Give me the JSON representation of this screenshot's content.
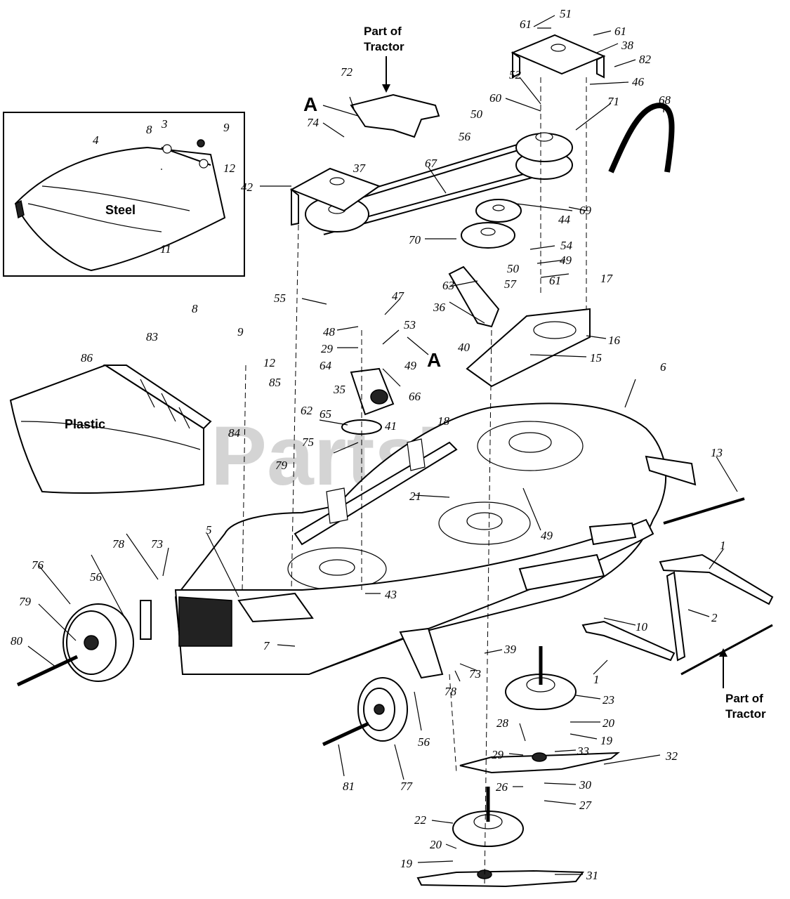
{
  "watermark": "PartsTree",
  "labels": {
    "steel": "Steel",
    "plastic": "Plastic",
    "part_of_tractor_top_1": "Part of",
    "part_of_tractor_top_2": "Tractor",
    "part_of_tractor_bottom_1": "Part of",
    "part_of_tractor_bottom_2": "Tractor",
    "marker_a_top": "A",
    "marker_a_mid": "A"
  },
  "callouts": [
    {
      "id": "c61a",
      "text": "61"
    },
    {
      "id": "c51",
      "text": "51"
    },
    {
      "id": "c61b",
      "text": "61"
    },
    {
      "id": "c38",
      "text": "38"
    },
    {
      "id": "c82",
      "text": "82"
    },
    {
      "id": "c46",
      "text": "46"
    },
    {
      "id": "c52",
      "text": "52"
    },
    {
      "id": "c60",
      "text": "60"
    },
    {
      "id": "c71",
      "text": "71"
    },
    {
      "id": "c68",
      "text": "68"
    },
    {
      "id": "c50a",
      "text": "50"
    },
    {
      "id": "c56a",
      "text": "56"
    },
    {
      "id": "c72",
      "text": "72"
    },
    {
      "id": "c74",
      "text": "74"
    },
    {
      "id": "c67",
      "text": "67"
    },
    {
      "id": "c37",
      "text": "37"
    },
    {
      "id": "c42",
      "text": "42"
    },
    {
      "id": "c69",
      "text": "69"
    },
    {
      "id": "c44",
      "text": "44"
    },
    {
      "id": "c70",
      "text": "70"
    },
    {
      "id": "c54",
      "text": "54"
    },
    {
      "id": "c50b",
      "text": "50"
    },
    {
      "id": "c49a",
      "text": "49"
    },
    {
      "id": "c57",
      "text": "57"
    },
    {
      "id": "c61c",
      "text": "61"
    },
    {
      "id": "c63",
      "text": "63"
    },
    {
      "id": "c17",
      "text": "17"
    },
    {
      "id": "c47",
      "text": "47"
    },
    {
      "id": "c55",
      "text": "55"
    },
    {
      "id": "c53",
      "text": "53"
    },
    {
      "id": "c48",
      "text": "48"
    },
    {
      "id": "c36",
      "text": "36"
    },
    {
      "id": "c16",
      "text": "16"
    },
    {
      "id": "c29a",
      "text": "29"
    },
    {
      "id": "c49b",
      "text": "49"
    },
    {
      "id": "c64",
      "text": "64"
    },
    {
      "id": "c40",
      "text": "40"
    },
    {
      "id": "c15",
      "text": "15"
    },
    {
      "id": "c6",
      "text": "6"
    },
    {
      "id": "c66",
      "text": "66"
    },
    {
      "id": "c35",
      "text": "35"
    },
    {
      "id": "c4",
      "text": "4"
    },
    {
      "id": "c3",
      "text": "3"
    },
    {
      "id": "c8a",
      "text": "8"
    },
    {
      "id": "c9a",
      "text": "9"
    },
    {
      "id": "c12a",
      "text": "12"
    },
    {
      "id": "c11",
      "text": "11"
    },
    {
      "id": "c8b",
      "text": "8"
    },
    {
      "id": "c83",
      "text": "83"
    },
    {
      "id": "c9b",
      "text": "9"
    },
    {
      "id": "c12b",
      "text": "12"
    },
    {
      "id": "c86",
      "text": "86"
    },
    {
      "id": "c85",
      "text": "85"
    },
    {
      "id": "c84",
      "text": "84"
    },
    {
      "id": "c62",
      "text": "62"
    },
    {
      "id": "c65",
      "text": "65"
    },
    {
      "id": "c41",
      "text": "41"
    },
    {
      "id": "c18",
      "text": "18"
    },
    {
      "id": "c75",
      "text": "75"
    },
    {
      "id": "c79a",
      "text": "79"
    },
    {
      "id": "c13",
      "text": "13"
    },
    {
      "id": "c21",
      "text": "21"
    },
    {
      "id": "c49c",
      "text": "49"
    },
    {
      "id": "c78a",
      "text": "78"
    },
    {
      "id": "c73a",
      "text": "73"
    },
    {
      "id": "c5",
      "text": "5"
    },
    {
      "id": "c76",
      "text": "76"
    },
    {
      "id": "c56b",
      "text": "56"
    },
    {
      "id": "c43",
      "text": "43"
    },
    {
      "id": "c1a",
      "text": "1"
    },
    {
      "id": "c79b",
      "text": "79"
    },
    {
      "id": "c10",
      "text": "10"
    },
    {
      "id": "c2",
      "text": "2"
    },
    {
      "id": "c80",
      "text": "80"
    },
    {
      "id": "c7",
      "text": "7"
    },
    {
      "id": "c39",
      "text": "39"
    },
    {
      "id": "c1b",
      "text": "1"
    },
    {
      "id": "c78b",
      "text": "78"
    },
    {
      "id": "c73b",
      "text": "73"
    },
    {
      "id": "c23",
      "text": "23"
    },
    {
      "id": "c20a",
      "text": "20"
    },
    {
      "id": "c56c",
      "text": "56"
    },
    {
      "id": "c19a",
      "text": "19"
    },
    {
      "id": "c28",
      "text": "28"
    },
    {
      "id": "c33",
      "text": "33"
    },
    {
      "id": "c29b",
      "text": "29"
    },
    {
      "id": "c32",
      "text": "32"
    },
    {
      "id": "c81",
      "text": "81"
    },
    {
      "id": "c77",
      "text": "77"
    },
    {
      "id": "c26",
      "text": "26"
    },
    {
      "id": "c30",
      "text": "30"
    },
    {
      "id": "c27",
      "text": "27"
    },
    {
      "id": "c22",
      "text": "22"
    },
    {
      "id": "c20b",
      "text": "20"
    },
    {
      "id": "c19b",
      "text": "19"
    },
    {
      "id": "c31",
      "text": "31"
    }
  ]
}
